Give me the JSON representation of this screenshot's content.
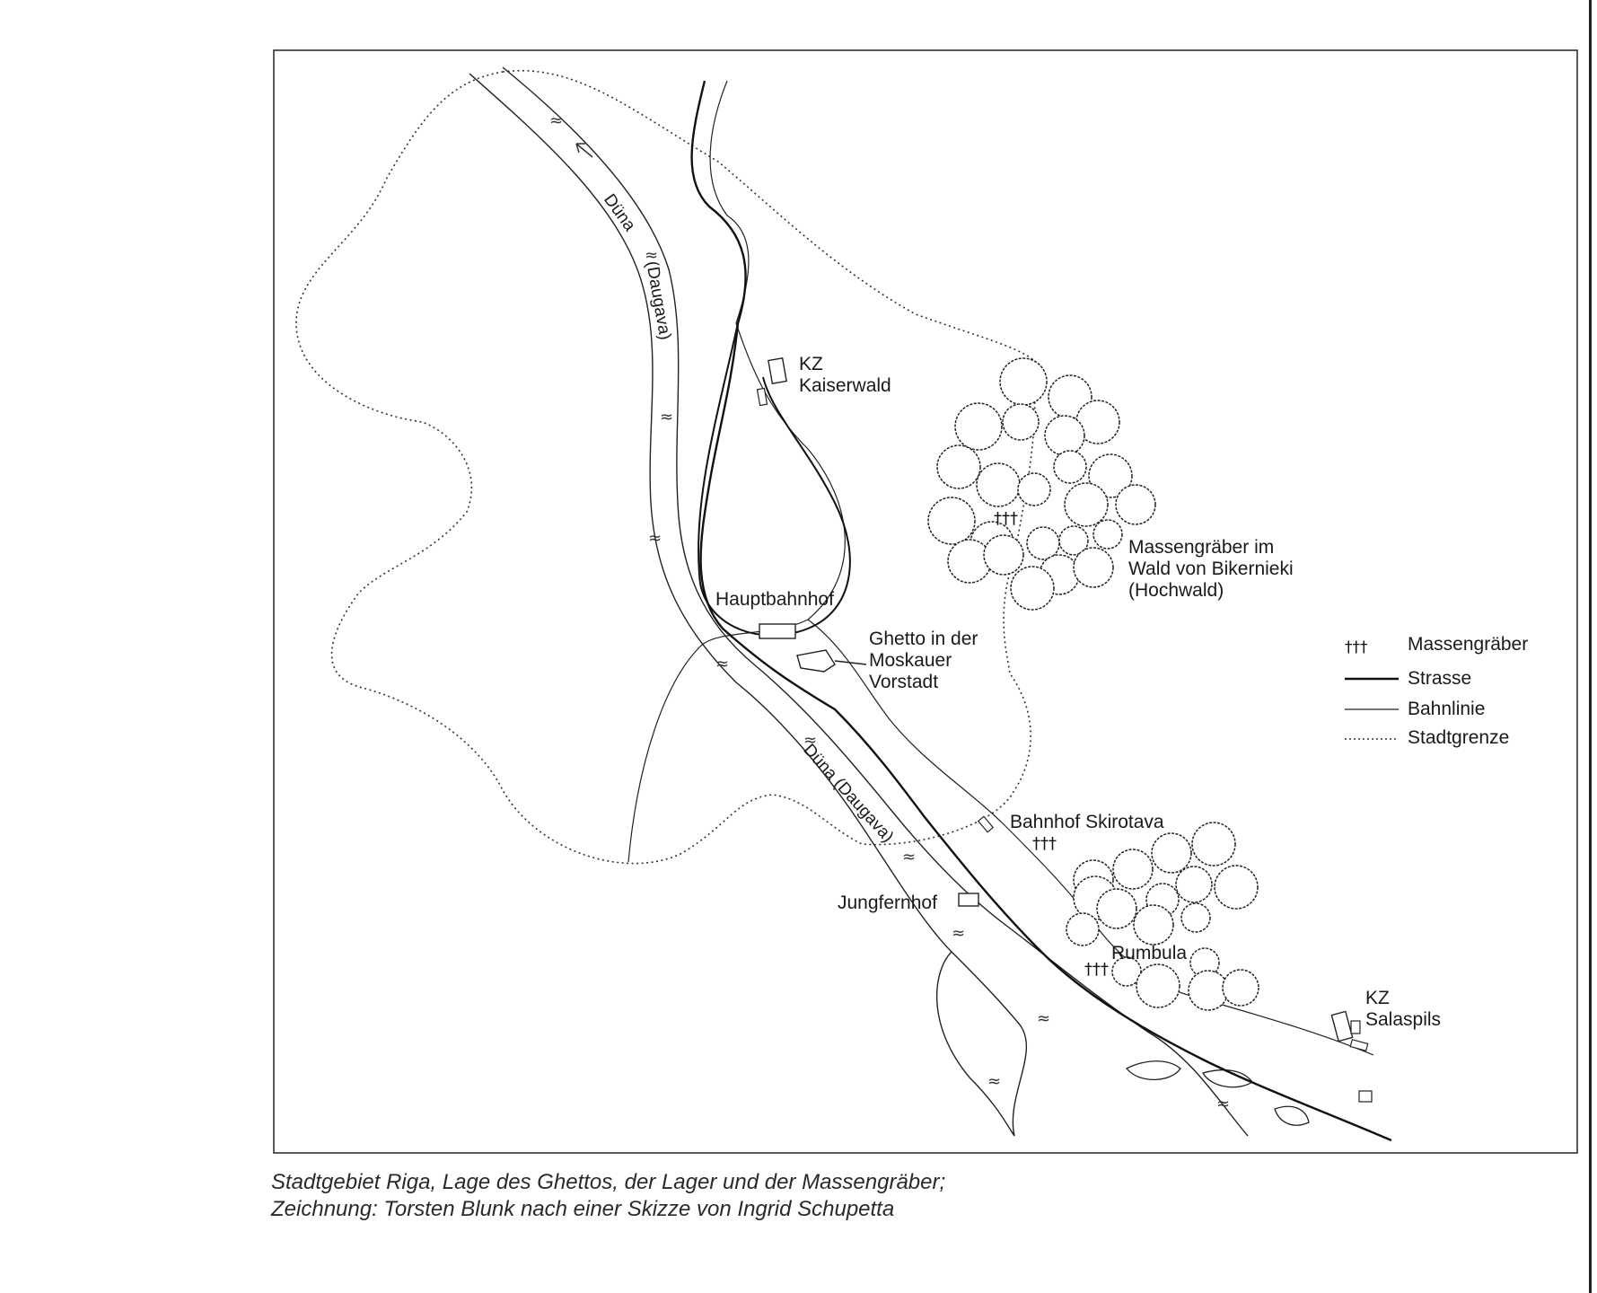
{
  "map": {
    "labels": {
      "duna_upper_1": "Düna",
      "duna_upper_2": "(Daugava)",
      "duna_lower": "Düna (Daugava)",
      "kz_kaiserwald_1": "KZ",
      "kz_kaiserwald_2": "Kaiserwald",
      "hauptbahnhof": "Hauptbahnhof",
      "ghetto_1": "Ghetto in der",
      "ghetto_2": "Moskauer",
      "ghetto_3": "Vorstadt",
      "bikernieki_1": "Massengräber im",
      "bikernieki_2": "Wald von Bikernieki",
      "bikernieki_3": "(Hochwald)",
      "skirotava": "Bahnhof Skirotava",
      "jungfernhof": "Jungfernhof",
      "rumbula": "Rumbula",
      "kz_salaspils_1": "KZ",
      "kz_salaspils_2": "Salaspils"
    },
    "legend": {
      "mass_graves": "Massengräber",
      "road": "Strasse",
      "railway": "Bahnlinie",
      "city_limit": "Stadtgrenze"
    },
    "icons": {
      "mass_grave": "cross-cluster-icon",
      "tree": "tree-crown-icon",
      "water": "wave-icon"
    }
  },
  "caption": {
    "line1": "Stadtgebiet Riga, Lage des Ghettos, der Lager und der Massengräber;",
    "line2": "Zeichnung: Torsten Blunk nach einer Skizze von Ingrid Schupetta"
  }
}
